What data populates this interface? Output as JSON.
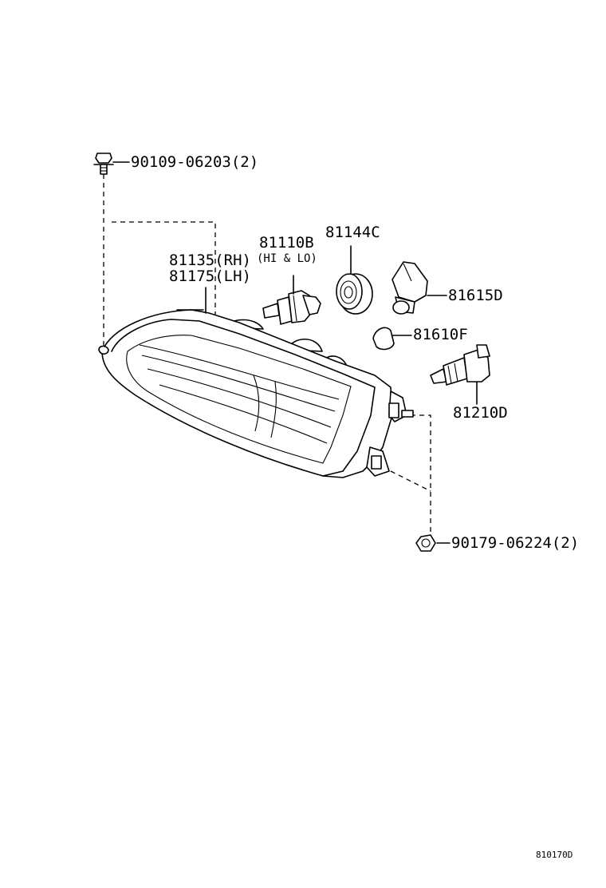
{
  "labels": {
    "bolt": "90109-06203(2)",
    "socket_b": "81110B",
    "socket_b_note": "(HI & LO)",
    "cover": "81144C",
    "headlamp_rh": "81135(RH)",
    "headlamp_lh": "81175(LH)",
    "bulb_d": "81615D",
    "bulb_f": "81610F",
    "bulb_210d": "81210D",
    "nut": "90179-06224(2)"
  },
  "footer": {
    "illustration_id": "810170D"
  }
}
